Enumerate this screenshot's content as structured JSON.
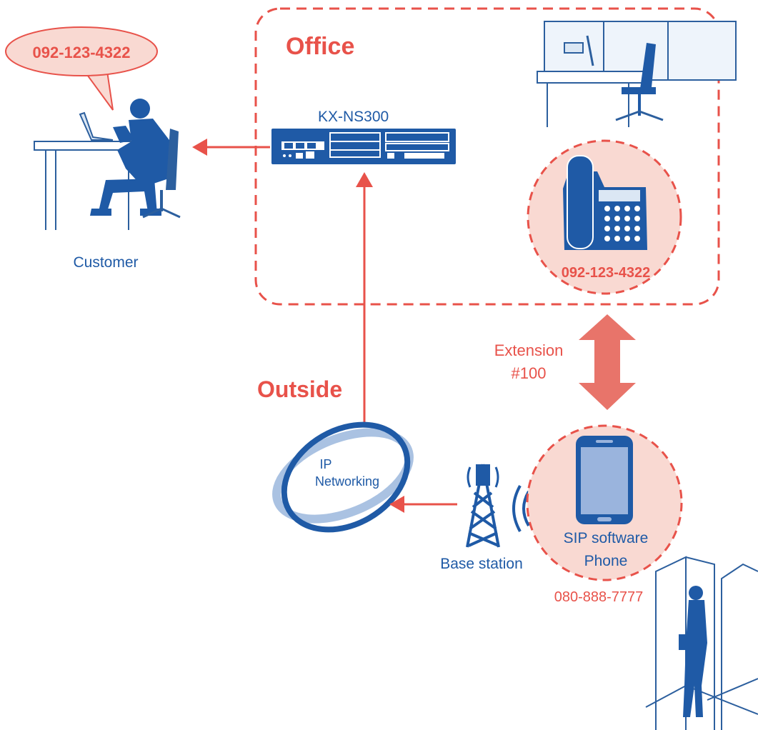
{
  "colors": {
    "accent_red": "#e8524a",
    "light_pink": "#f9d9d2",
    "brand_blue": "#1f5aa6",
    "line_blue": "#2c5f9e",
    "label_blue": "#1f5aa6"
  },
  "office": {
    "label": "Office",
    "icon": "office-desk-icon"
  },
  "outside": {
    "label": "Outside"
  },
  "pbx": {
    "label": "KX-NS300",
    "icon": "pbx-unit-icon"
  },
  "customer": {
    "label": "Customer",
    "icon": "customer-at-desk-icon",
    "bubble_number": "092-123-4322"
  },
  "office_phone": {
    "number": "092-123-4322",
    "icon": "desk-phone-icon"
  },
  "extension": {
    "line1": "Extension",
    "line2": "#100"
  },
  "network": {
    "line1": "IP",
    "line2": "Networking",
    "icon": "ip-network-ring-icon"
  },
  "base_station": {
    "label": "Base station",
    "icon": "cell-tower-icon"
  },
  "smartphone": {
    "line1": "SIP software",
    "line2": "Phone",
    "number": "080-888-7777",
    "icon": "smartphone-icon"
  },
  "mobile_user": {
    "icon": "mobile-user-in-city-icon"
  }
}
